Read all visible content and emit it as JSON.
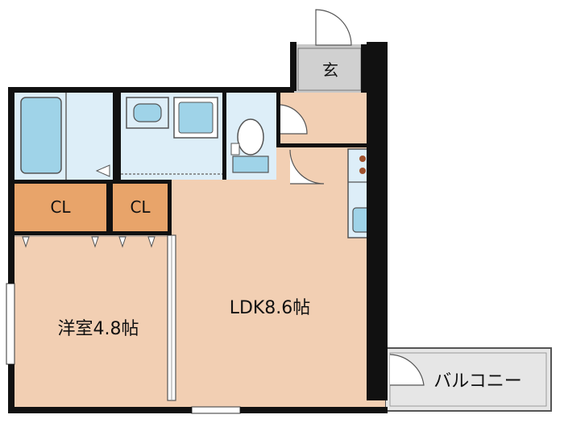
{
  "rooms": {
    "entrance": "玄",
    "closet_a": "CL",
    "closet_b": "CL",
    "western_room": "洋室4.8帖",
    "ldk": "LDK8.6帖",
    "balcony": "バルコニー"
  },
  "colors": {
    "wall": "#111111",
    "floor_wood": "#f2cfb3",
    "closet": "#e8a46a",
    "wet_area": "#ddeef8",
    "fixture": "#9fd3e8",
    "entrance_tile": "#c8c8c8",
    "balcony": "#e6e6e6"
  }
}
